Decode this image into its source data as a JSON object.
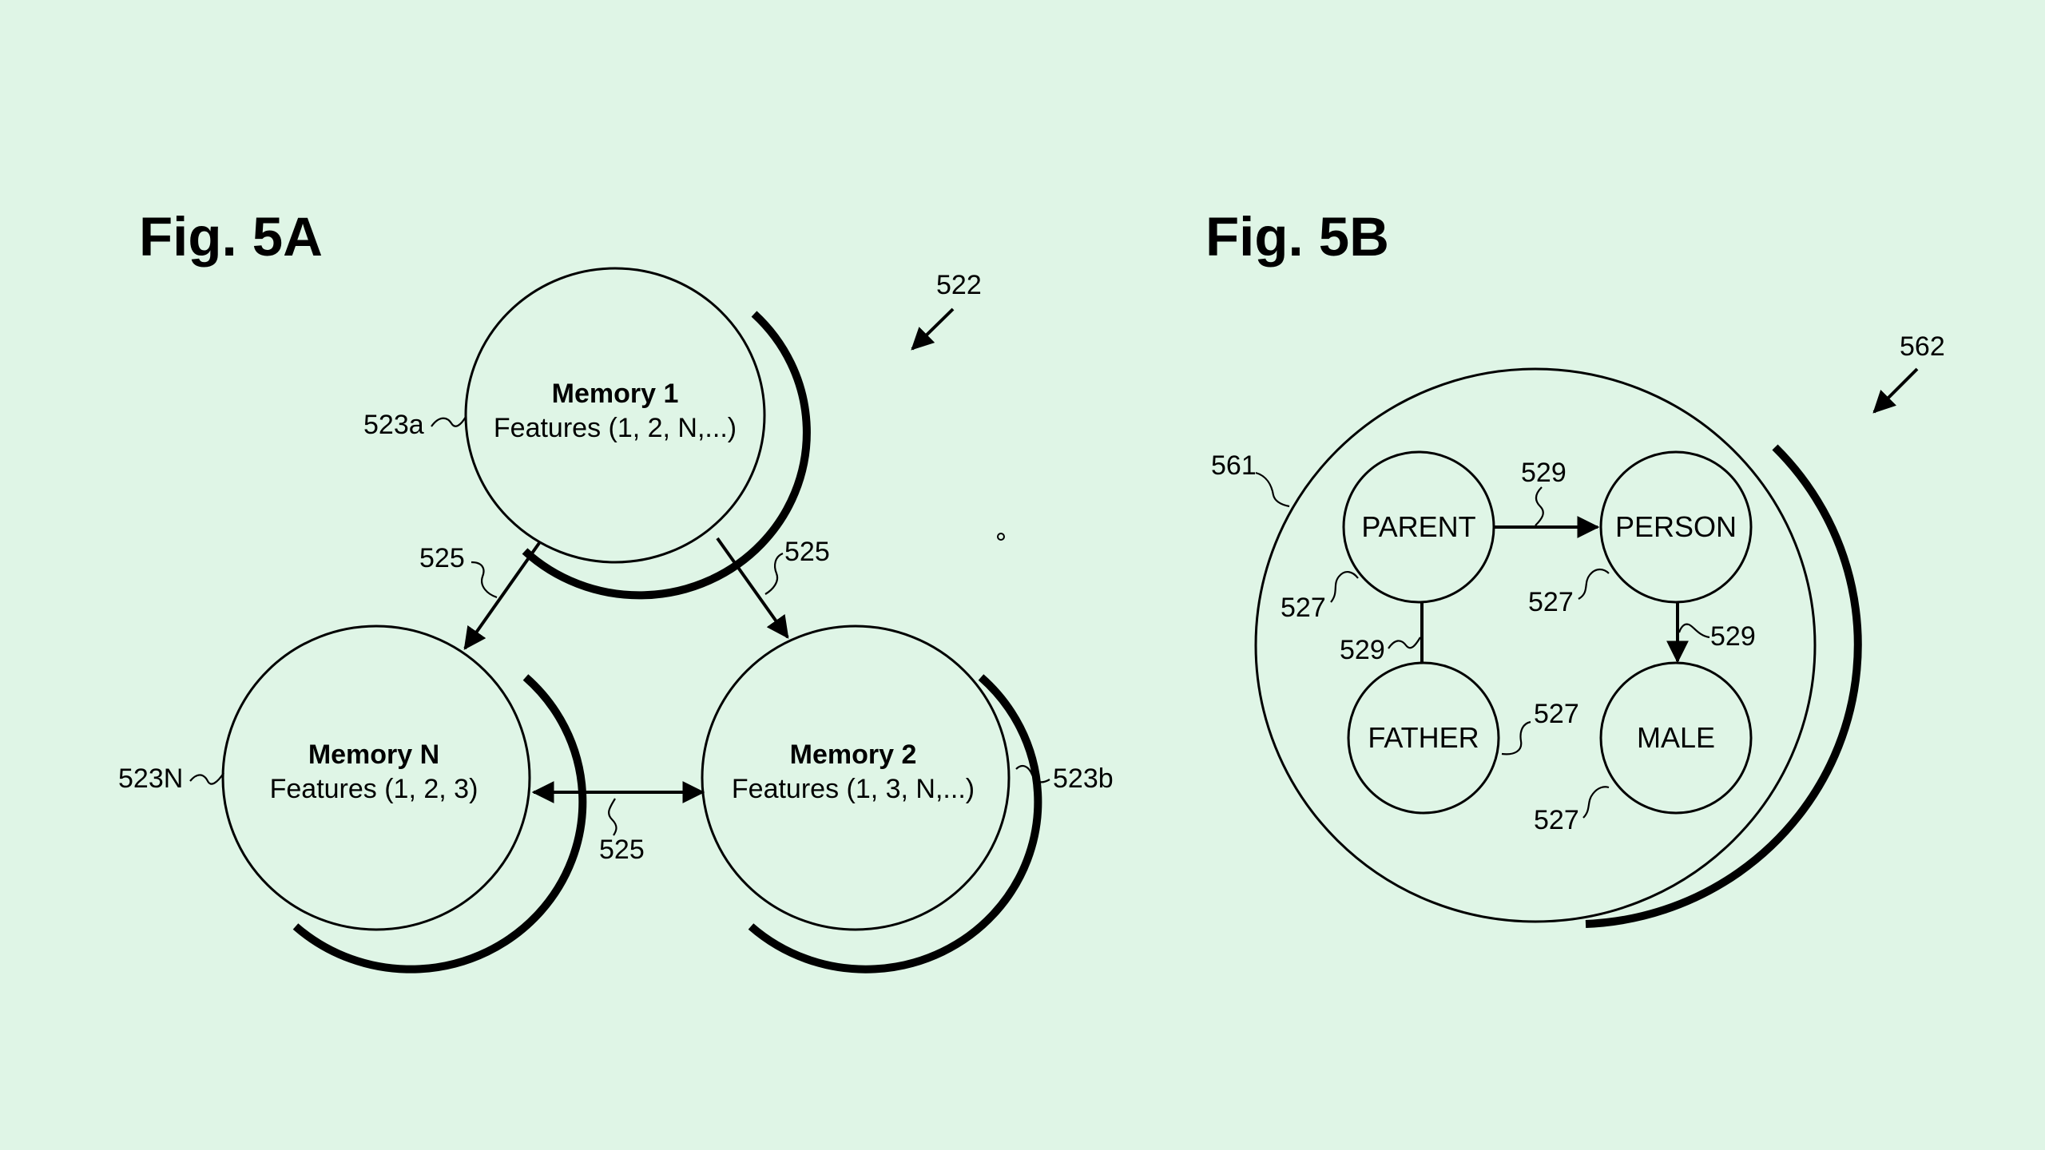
{
  "fig_5a": {
    "title": "Fig. 5A",
    "ref_diagram": "522",
    "memory1": {
      "title": "Memory 1",
      "features": "Features (1, 2, N,...)",
      "ref": "523a"
    },
    "memory2": {
      "title": "Memory 2",
      "features": "Features (1, 3, N,...)",
      "ref": "523b"
    },
    "memoryN": {
      "title": "Memory N",
      "features": "Features (1, 2, 3)",
      "ref": "523N"
    },
    "link_left_ref": "525",
    "link_right_ref": "525",
    "link_bottom_ref": "525"
  },
  "fig_5b": {
    "title": "Fig. 5B",
    "ref_diagram": "562",
    "ref_container": "561",
    "nodes": {
      "parent": {
        "label": "PARENT",
        "ref": "527"
      },
      "person": {
        "label": "PERSON",
        "ref": "527"
      },
      "father": {
        "label": "FATHER",
        "ref": "527"
      },
      "male": {
        "label": "MALE",
        "ref": "527"
      }
    },
    "edge_parent_person_ref": "529",
    "edge_person_male_ref": "529",
    "edge_parent_father_ref": "529"
  }
}
